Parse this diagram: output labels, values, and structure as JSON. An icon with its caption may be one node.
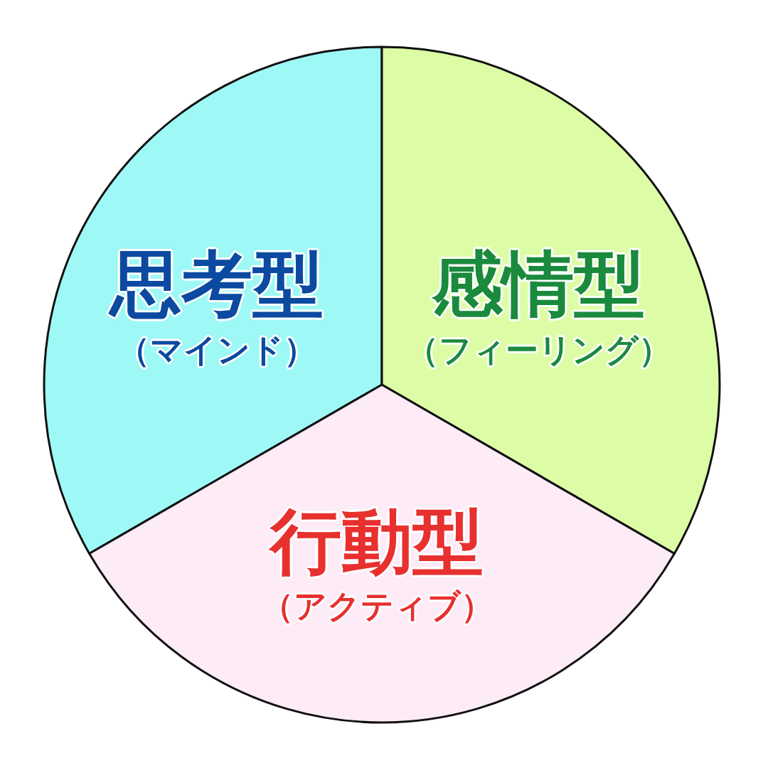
{
  "diagram": {
    "nodes": [
      {
        "text": [
          "思考型",
          "（マインド）"
        ]
      },
      {
        "text": [
          "感情型",
          "（フィーリング）"
        ]
      },
      {
        "text": [
          "行動型",
          "（アクティブ）"
        ]
      }
    ]
  }
}
